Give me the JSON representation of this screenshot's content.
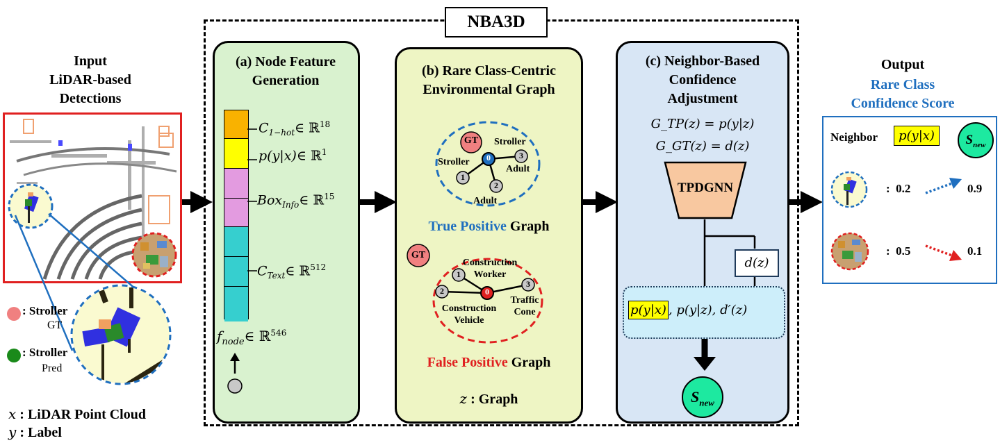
{
  "framework_title": "NBA3D",
  "input": {
    "title_lines": [
      "Input",
      "LiDAR-based",
      "Detections"
    ],
    "legend": [
      {
        "label": ": Stroller",
        "sub": "GT",
        "color": "#f08080"
      },
      {
        "label": ": Stroller",
        "sub": "Pred",
        "color": "#1a8a1a"
      }
    ],
    "notation": [
      {
        "symbol": "x",
        "text": ": LiDAR Point Cloud"
      },
      {
        "symbol": "y",
        "text": ": Label"
      }
    ]
  },
  "panel_a": {
    "title_lines": [
      "(a)  Node Feature",
      "Generation"
    ],
    "features": [
      {
        "label": "C",
        "sub": "1−hot",
        "space": "∈ ℝ",
        "sup": "18",
        "color": "#f9b200"
      },
      {
        "label": "p(y|x)",
        "sub": "",
        "space": "∈ ℝ",
        "sup": "1",
        "color": "#ffff00"
      },
      {
        "label": "Box",
        "sub": "Info",
        "space": "∈ ℝ",
        "sup": "15",
        "color": "#e39be0"
      },
      {
        "label": "C",
        "sub": "Text",
        "space": "∈ ℝ",
        "sup": "512",
        "color": "#36cfcf"
      }
    ],
    "node_feature": {
      "label": "f",
      "sub": "node",
      "space": "∈ ℝ",
      "sup": "546"
    }
  },
  "panel_b": {
    "title_lines": [
      "(b) Rare Class-Centric",
      "Environmental Graph"
    ],
    "tp_graph": {
      "gt_label": "GT",
      "center_node": "0",
      "node_labels": [
        "Stroller",
        "Stroller",
        "Adult",
        "Adult"
      ],
      "node_ids": [
        "1",
        "2",
        "3"
      ],
      "caption_colored": "True Positive",
      "caption_rest": " Graph",
      "color": "#1f6fbf"
    },
    "fp_graph": {
      "gt_label": "GT",
      "center_node": "0",
      "node_labels": [
        "Construction",
        "Worker",
        "Construction",
        "Vehicle",
        "Traffic",
        "Cone"
      ],
      "node_ids": [
        "1",
        "2",
        "3"
      ],
      "caption_colored": "False Positive",
      "caption_rest": " Graph",
      "color": "#e02020"
    },
    "z_symbol": "z",
    "z_text": " : Graph"
  },
  "panel_c": {
    "title_lines": [
      "(c) Neighbor-Based",
      "Confidence",
      "Adjustment"
    ],
    "eq1": "G_TP(z) = p(y|z)",
    "eq2": "G_GT(z) = d(z)",
    "model": "TPDGNN",
    "dz": "d(z)",
    "inputs_highlight": "p(y|x)",
    "inputs_rest": ", p(y|z), d′(z)",
    "snew": "S",
    "snew_sub": "new"
  },
  "output": {
    "title": "Output",
    "subtitle_lines": [
      "Rare Class",
      "Confidence Score"
    ],
    "header_neighbor": "Neighbor",
    "header_p": "p(y|x)",
    "snew": "S",
    "snew_sub": "new",
    "rows": [
      {
        "before": "0.2",
        "after": "0.9",
        "color": "#1f6fbf"
      },
      {
        "before": "0.5",
        "after": "0.1",
        "color": "#e02020"
      }
    ]
  },
  "colors": {
    "panel_a_bg": "#d9f2cf",
    "panel_b_bg": "#eef5c4",
    "panel_c_bg": "#d8e6f5",
    "output_border": "#1f6fbf",
    "snew_green": "#1de9a0",
    "input_border": "#e02020"
  }
}
